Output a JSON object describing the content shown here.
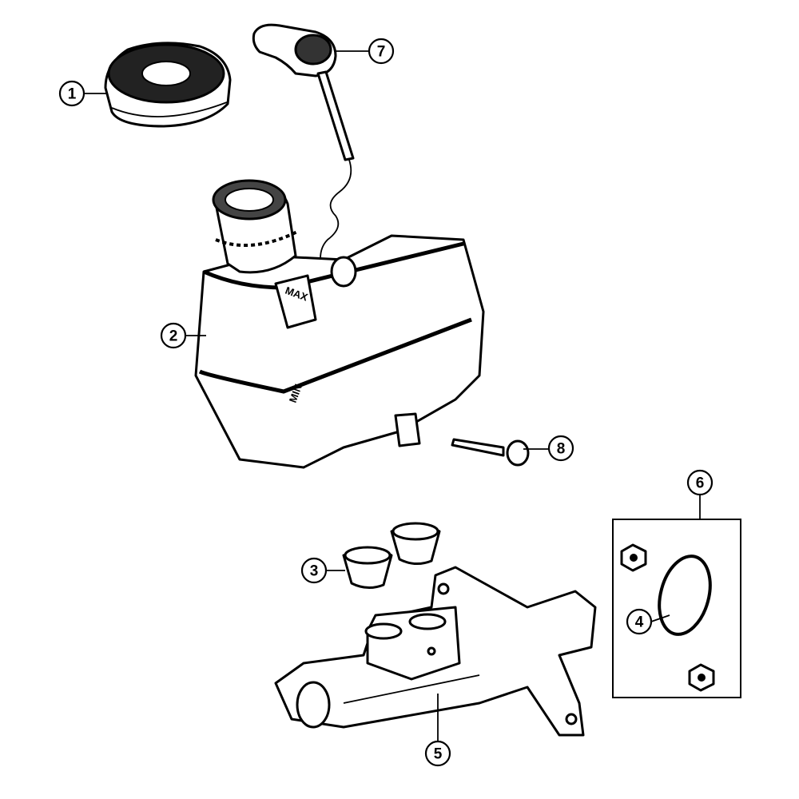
{
  "callouts": {
    "c1": "1",
    "c2": "2",
    "c3": "3",
    "c4": "4",
    "c5": "5",
    "c6": "6",
    "c7": "7",
    "c8": "8"
  },
  "reservoir_marks": {
    "max": "MAX",
    "min": "MIN"
  }
}
